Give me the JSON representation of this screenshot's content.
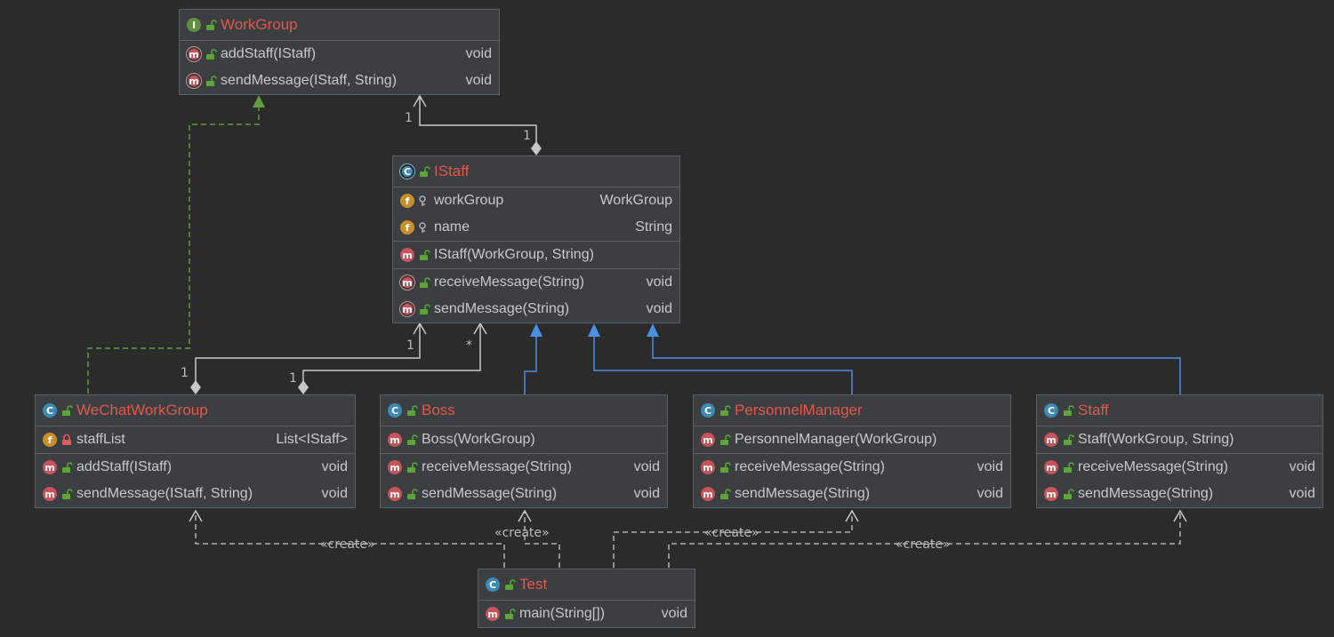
{
  "colors": {
    "background": "#2b2b2b",
    "box": "#3c3f41",
    "title": "#e2574c",
    "inheritance": "#4a90e2",
    "implementation": "#5f9e3e",
    "association": "#c8c8c8"
  },
  "classes": {
    "workgroup": {
      "kind": "I",
      "title": "WorkGroup",
      "methods": [
        {
          "name": "addStaff(IStaff)",
          "type": "void"
        },
        {
          "name": "sendMessage(IStaff, String)",
          "type": "void"
        }
      ]
    },
    "istaff": {
      "kind": "C",
      "title": "IStaff",
      "fields": [
        {
          "name": "workGroup",
          "type": "WorkGroup"
        },
        {
          "name": "name",
          "type": "String"
        }
      ],
      "constructors": [
        {
          "name": "IStaff(WorkGroup, String)"
        }
      ],
      "methods": [
        {
          "name": "receiveMessage(String)",
          "type": "void"
        },
        {
          "name": "sendMessage(String)",
          "type": "void"
        }
      ]
    },
    "wechatworkgroup": {
      "kind": "C",
      "title": "WeChatWorkGroup",
      "fields": [
        {
          "name": "staffList",
          "type": "List<IStaff>"
        }
      ],
      "methods": [
        {
          "name": "addStaff(IStaff)",
          "type": "void"
        },
        {
          "name": "sendMessage(IStaff, String)",
          "type": "void"
        }
      ]
    },
    "boss": {
      "kind": "C",
      "title": "Boss",
      "constructors": [
        {
          "name": "Boss(WorkGroup)"
        }
      ],
      "methods": [
        {
          "name": "receiveMessage(String)",
          "type": "void"
        },
        {
          "name": "sendMessage(String)",
          "type": "void"
        }
      ]
    },
    "personnelmanager": {
      "kind": "C",
      "title": "PersonnelManager",
      "constructors": [
        {
          "name": "PersonnelManager(WorkGroup)"
        }
      ],
      "methods": [
        {
          "name": "receiveMessage(String)",
          "type": "void"
        },
        {
          "name": "sendMessage(String)",
          "type": "void"
        }
      ]
    },
    "staff": {
      "kind": "C",
      "title": "Staff",
      "constructors": [
        {
          "name": "Staff(WorkGroup, String)"
        }
      ],
      "methods": [
        {
          "name": "receiveMessage(String)",
          "type": "void"
        },
        {
          "name": "sendMessage(String)",
          "type": "void"
        }
      ]
    },
    "test": {
      "kind": "C",
      "title": "Test",
      "methods": [
        {
          "name": "main(String[])",
          "type": "void"
        }
      ]
    }
  },
  "edge_labels": {
    "wg_one": "1",
    "istaff_one_top": "1",
    "istaff_one_bottom": "1",
    "istaff_many": "*",
    "wechat_one_left": "1",
    "wechat_one_right": "1",
    "create_wechat": "«create»",
    "create_boss": "«create»",
    "create_pm": "«create»",
    "create_staff": "«create»"
  }
}
